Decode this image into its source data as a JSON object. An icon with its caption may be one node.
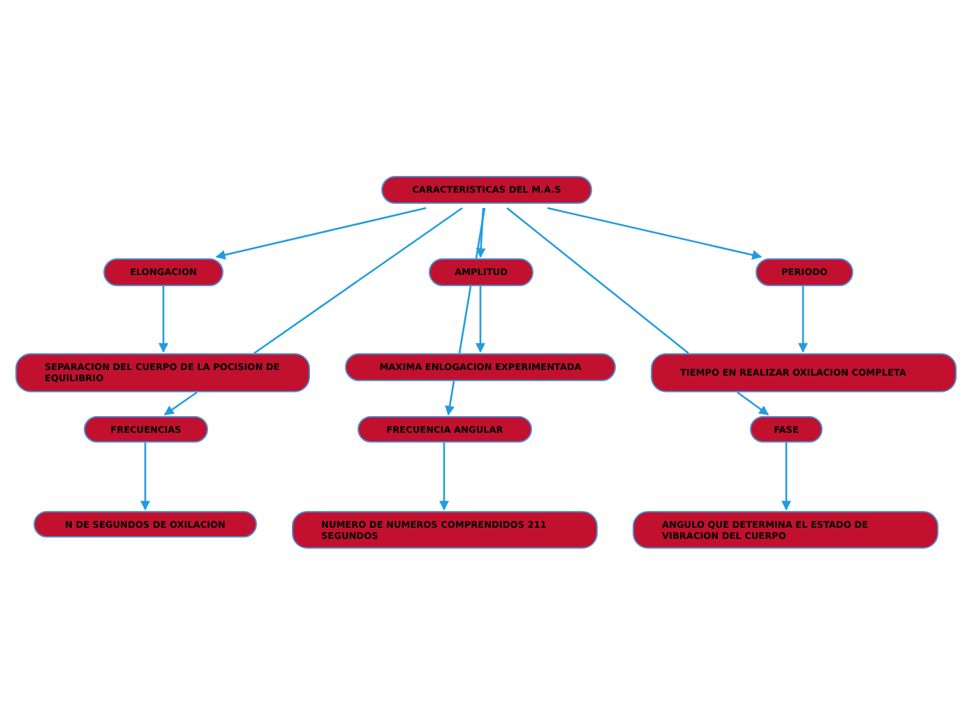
{
  "diagram": {
    "nodes": [
      {
        "text": [
          "CARACTERISTICAS DEL M.A.S"
        ]
      },
      {
        "text": [
          "ELONGACION"
        ]
      },
      {
        "text": [
          "AMPLITUD"
        ]
      },
      {
        "text": [
          "PERIODO"
        ]
      },
      {
        "text": [
          "SEPARACION DEL CUERPO DE LA POCISION DE EQUILIBRIO"
        ]
      },
      {
        "text": [
          "MAXIMA ENLOGACION EXPERIMENTADA"
        ]
      },
      {
        "text": [
          "TIEMPO EN REALIZAR OXILACION COMPLETA"
        ]
      },
      {
        "text": [
          "FRECUENCIAS"
        ]
      },
      {
        "text": [
          "FRECUENCIA ANGULAR"
        ]
      },
      {
        "text": [
          "FASE"
        ]
      },
      {
        "text": [
          "N DE SEGUNDOS DE OXILACION"
        ]
      },
      {
        "text": [
          "NUMERO DE NUMEROS COMPRENDIDOS 211 SEGUNDOS"
        ]
      },
      {
        "text": [
          "ANGULO QUE DETERMINA EL ESTADO DE VIBRACION DEL CUERPO"
        ]
      }
    ],
    "edges": [
      {
        "from": 0,
        "to": 1,
        "arrow": "to"
      },
      {
        "from": 0,
        "to": 4,
        "arrow": "none"
      },
      {
        "from": 4,
        "to": 7,
        "arrow": "to"
      },
      {
        "from": 0,
        "to": 2,
        "arrow": "to"
      },
      {
        "from": 0,
        "to": 2,
        "arrow": "none"
      },
      {
        "from": 2,
        "to": 5,
        "arrow": "none"
      },
      {
        "from": 5,
        "to": 8,
        "arrow": "to"
      },
      {
        "from": 0,
        "to": 6,
        "arrow": "none"
      },
      {
        "from": 6,
        "to": 9,
        "arrow": "to"
      },
      {
        "from": 0,
        "to": 3,
        "arrow": "to"
      },
      {
        "from": 1,
        "to": 4,
        "arrow": "to"
      },
      {
        "from": 2,
        "to": 5,
        "arrow": "to"
      },
      {
        "from": 3,
        "to": 6,
        "arrow": "to"
      },
      {
        "from": 7,
        "to": 10,
        "arrow": "to"
      },
      {
        "from": 8,
        "to": 11,
        "arrow": "to"
      },
      {
        "from": 9,
        "to": 12,
        "arrow": "to"
      }
    ]
  }
}
